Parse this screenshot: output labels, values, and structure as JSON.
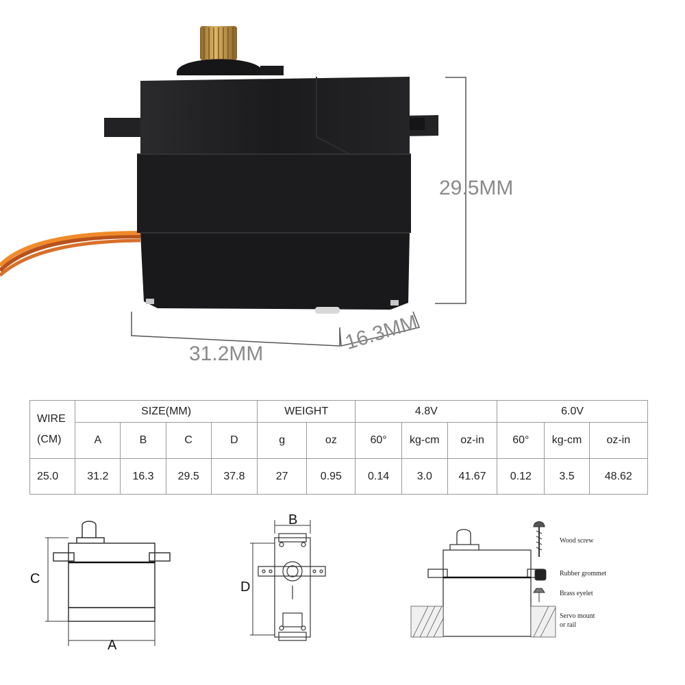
{
  "dimensions": {
    "height": "29.5MM",
    "width": "31.2MM",
    "depth": "16.3MM"
  },
  "spec_table": {
    "wire_header_line1": "WIRE",
    "wire_header_line2": "(CM)",
    "size_header": "SIZE(MM)",
    "weight_header": "WEIGHT",
    "v48_header": "4.8V",
    "v60_header": "6.0V",
    "sub_headers": [
      "A",
      "B",
      "C",
      "D",
      "g",
      "oz",
      "60°",
      "kg-cm",
      "oz-in",
      "60°",
      "kg-cm",
      "oz-in"
    ],
    "values": [
      "25.0",
      "31.2",
      "16.3",
      "29.5",
      "37.8",
      "27",
      "0.95",
      "0.14",
      "3.0",
      "41.67",
      "0.12",
      "3.5",
      "48.62"
    ]
  },
  "diagrams": {
    "front_label_c": "C",
    "front_label_a": "A",
    "top_label_b": "B",
    "top_label_d": "D",
    "mount_wood_screw": "Wood screw",
    "mount_rubber_grommet": "Rubber grommet",
    "mount_brass_eyelet": "Brass eyelet",
    "mount_servo_line1": "Servo mount",
    "mount_servo_line2": "or rail"
  },
  "colors": {
    "servo_body": "#1c1c1e",
    "gear": "#c69a4e",
    "wire_orange": "#f08a2a",
    "wire_brown": "#b8521c",
    "dimension_text": "#8a8a8a"
  }
}
